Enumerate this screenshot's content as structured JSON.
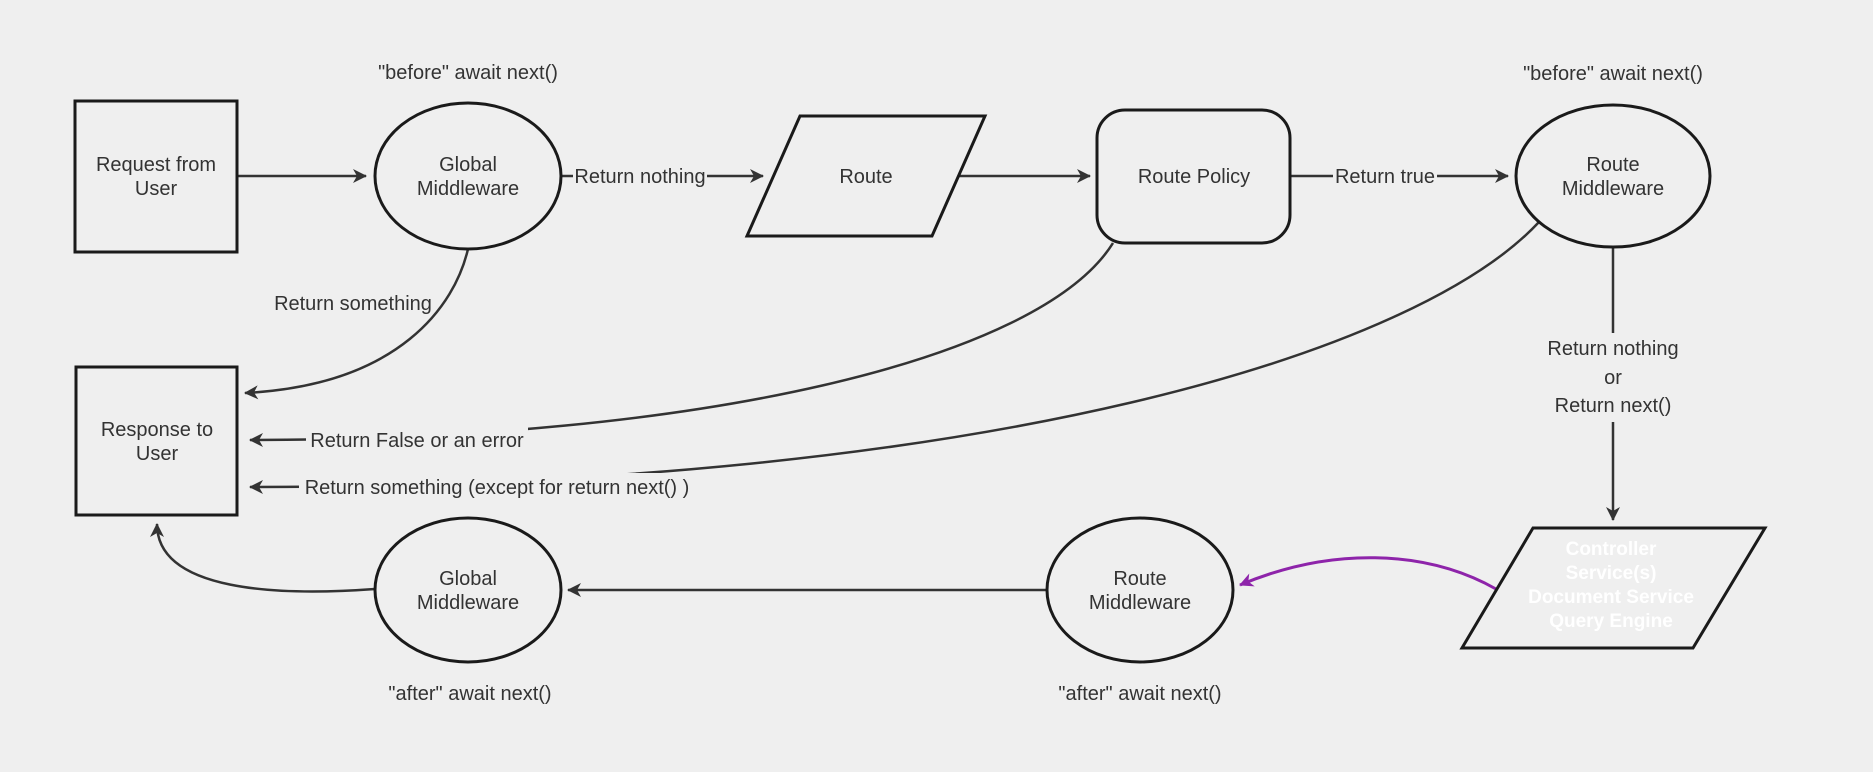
{
  "canvas": {
    "background": "#efefef",
    "line_color": "#333333",
    "node_border": "#1a1a1a",
    "text_color": "#333333",
    "accent_purple": "#8e24aa",
    "purple_node_text_color": "#ffffff"
  },
  "nodes": {
    "request": {
      "lines": [
        "Request from",
        "User"
      ]
    },
    "global_middleware_before": {
      "lines": [
        "Global",
        "Middleware"
      ]
    },
    "route": {
      "label": "Route"
    },
    "route_policy": {
      "label": "Route Policy"
    },
    "route_middleware_before": {
      "lines": [
        "Route",
        "Middleware"
      ]
    },
    "response": {
      "lines": [
        "Response to",
        "User"
      ]
    },
    "global_middleware_after": {
      "lines": [
        "Global",
        "Middleware"
      ]
    },
    "route_middleware_after": {
      "lines": [
        "Route",
        "Middleware"
      ]
    },
    "controller": {
      "lines": [
        "Controller",
        "Service(s)",
        "Document Service",
        "Query Engine"
      ]
    }
  },
  "annotations": {
    "before_await_left": "\"before\" await next()",
    "before_await_right": "\"before\" await next()",
    "after_await_left": "\"after\" await next()",
    "after_await_right": "\"after\" await next()"
  },
  "edge_labels": {
    "return_nothing": "Return nothing",
    "return_true": "Return true",
    "return_something": "Return something",
    "return_false_or_error": "Return False or an error",
    "return_something_except": "Return something (except for return next() )",
    "return_nothing_or": [
      "Return nothing",
      "or",
      "Return next()"
    ]
  }
}
